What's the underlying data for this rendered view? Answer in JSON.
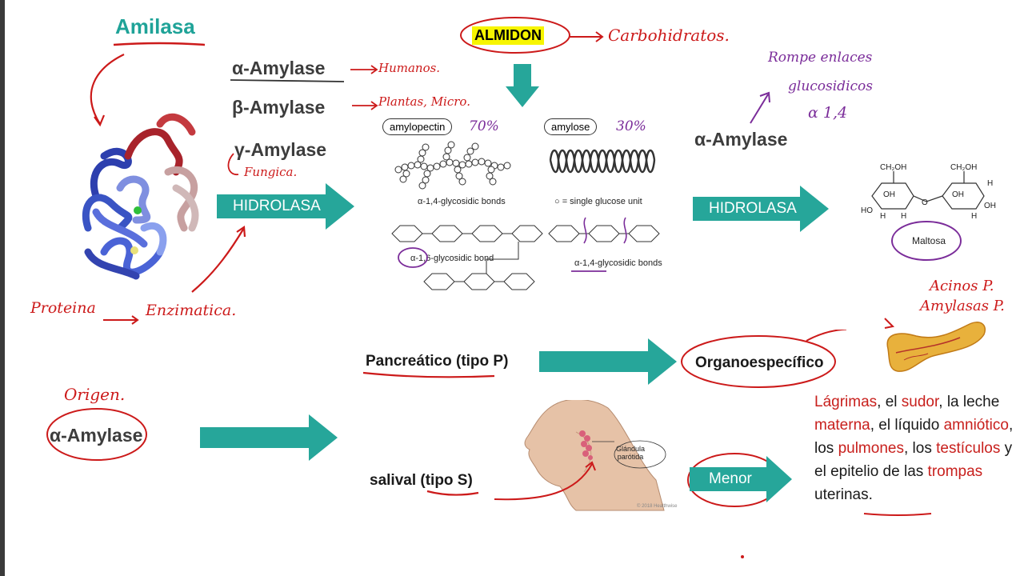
{
  "title": "Amilasa",
  "enzymes": {
    "alpha": "α-Amylase",
    "beta": "β-Amylase",
    "gamma": "γ-Amylase",
    "alpha_right": "α-Amylase",
    "alpha_origin": "α-Amylase"
  },
  "handwritten": {
    "alpha_note": "Humanos.",
    "beta_note": "Plantas, Micro.",
    "gamma_note": "Fungica.",
    "protein": "Proteina",
    "enzymatic": "Enzimatica.",
    "carbs": "Carbohidratos.",
    "pct_amylopectin": "70%",
    "pct_amylose": "30%",
    "breaks_line1": "Rompe enlaces",
    "breaks_line2": "glucosidicos",
    "breaks_line3": "α 1,4",
    "origin": "Origen.",
    "acinos": "Acinos P.",
    "amylases": "Amylasas P."
  },
  "almidon": "ALMIDON",
  "arrows": {
    "hidrolasa_left": "HIDROLASA",
    "hidrolasa_right": "HIDROLASA",
    "menor": "Menor"
  },
  "starch": {
    "amylopectin": "amylopectin",
    "amylose": "amylose",
    "bonds_14": "α-1,4-glycosidic bonds",
    "single_glucose": "○ = single glucose unit",
    "bond_16": "α-1,6-glycosidic bond",
    "bonds_14b": "α-1,4-glycosidic bonds"
  },
  "maltose": {
    "label": "Maltosa",
    "ch2oh": "CH₂OH",
    "h": "H",
    "oh": "OH",
    "ho": "HO",
    "o": "O"
  },
  "types": {
    "pancreatic": "Pancreático (tipo P)",
    "salivary": "salival (tipo S)",
    "organ_specific": "Organoespecífico"
  },
  "gland": {
    "line1": "Glándula",
    "line2": "parótida",
    "copyright": "© 2018 Healthwise"
  },
  "note": {
    "p1": "Lágrimas",
    "p2": ", el ",
    "p3": "sudor",
    "p4": ", la leche ",
    "p5": "materna",
    "p6": ", el líquido ",
    "p7": "amniótico",
    "p8": ", los ",
    "p9": "pulmones",
    "p10": ", los ",
    "p11": "testículos",
    "p12": " y el epitelio de las ",
    "p13": "trompas",
    "p14": " uterinas."
  },
  "colors": {
    "teal": "#1fa398",
    "arrow_teal": "#26a69a",
    "handwriting_red": "#cc1a1a",
    "handwriting_purple": "#7b2d9a",
    "highlight_yellow": "#f7f500"
  }
}
